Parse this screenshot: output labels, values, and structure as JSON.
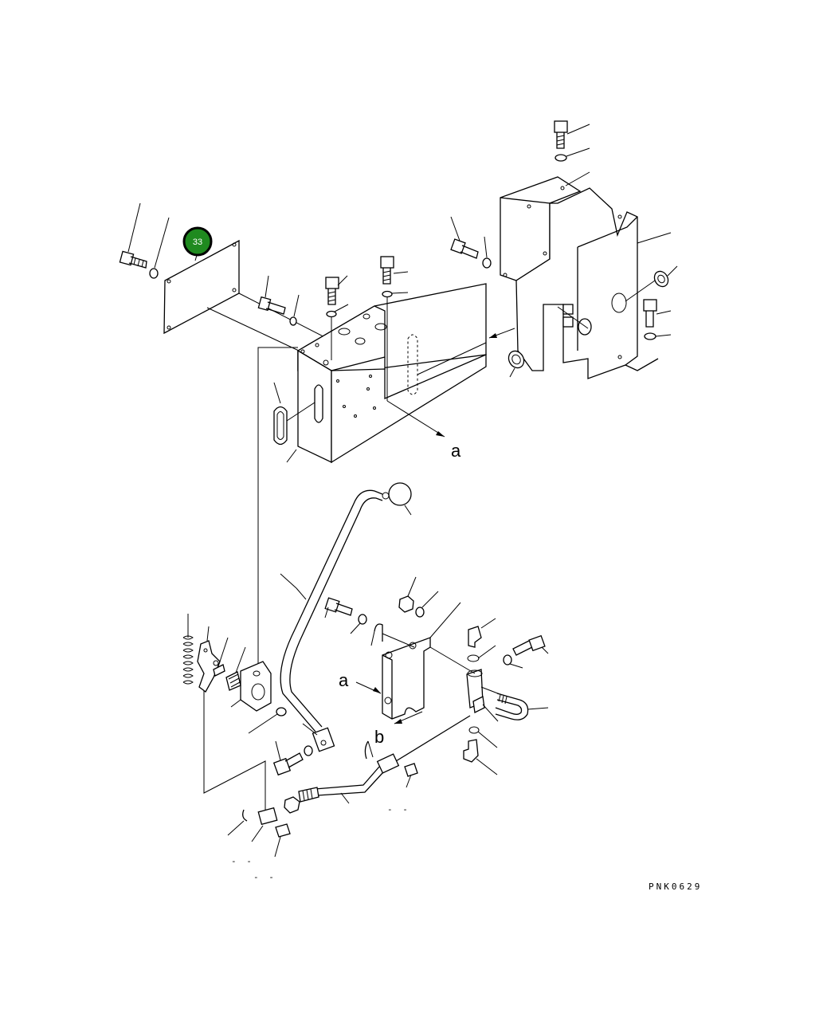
{
  "diagram": {
    "drawing_code": "PNK0629",
    "callout": {
      "number": "33",
      "fill_color": "#1f8a1f",
      "ring_color": "#000000"
    },
    "view_labels": [
      "a",
      "b",
      "a",
      "b"
    ],
    "stub_marks": [
      "- -",
      "- -",
      "- -"
    ]
  }
}
